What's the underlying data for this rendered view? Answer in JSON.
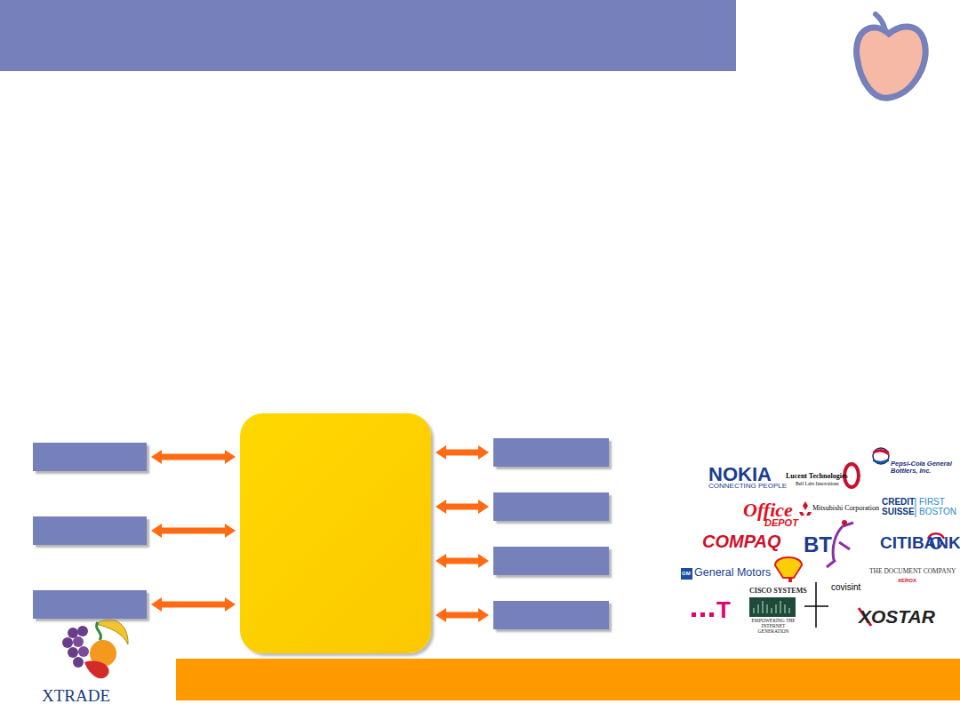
{
  "diagram": {
    "nodes": [
      {
        "text": []
      },
      {
        "text": []
      },
      {
        "text": []
      },
      {
        "text": []
      },
      {
        "text": []
      },
      {
        "text": []
      },
      {
        "text": []
      },
      {
        "text": []
      }
    ],
    "edges": [
      {
        "from": 0,
        "to": 3,
        "arrow": "both"
      },
      {
        "from": 1,
        "to": 3,
        "arrow": "both"
      },
      {
        "from": 2,
        "to": 3,
        "arrow": "both"
      },
      {
        "from": 3,
        "to": 4,
        "arrow": "both"
      },
      {
        "from": 3,
        "to": 5,
        "arrow": "both"
      },
      {
        "from": 3,
        "to": 6,
        "arrow": "both"
      },
      {
        "from": 3,
        "to": 7,
        "arrow": "both"
      }
    ],
    "labels": [
      "NOKIA",
      "CONNECTING PEOPLE",
      "Lucent Technologies",
      "Bell Labs Innovations",
      "Pepsi-Cola General Bottlers, Inc.",
      "Office",
      "DEPOT",
      "Mitsubishi Corporation",
      "CREDIT",
      "SUISSE",
      "FIRST",
      "BOSTON",
      "COMPAQ",
      "BT",
      "CITIBANK",
      "GM",
      "General Motors",
      "THE DOCUMENT COMPANY",
      "XEROX",
      "CISCO SYSTEMS",
      "EMPOWERING THE INTERNET GENERATION",
      "covisint",
      "T",
      "XOSTAR",
      "XTRADE"
    ]
  }
}
